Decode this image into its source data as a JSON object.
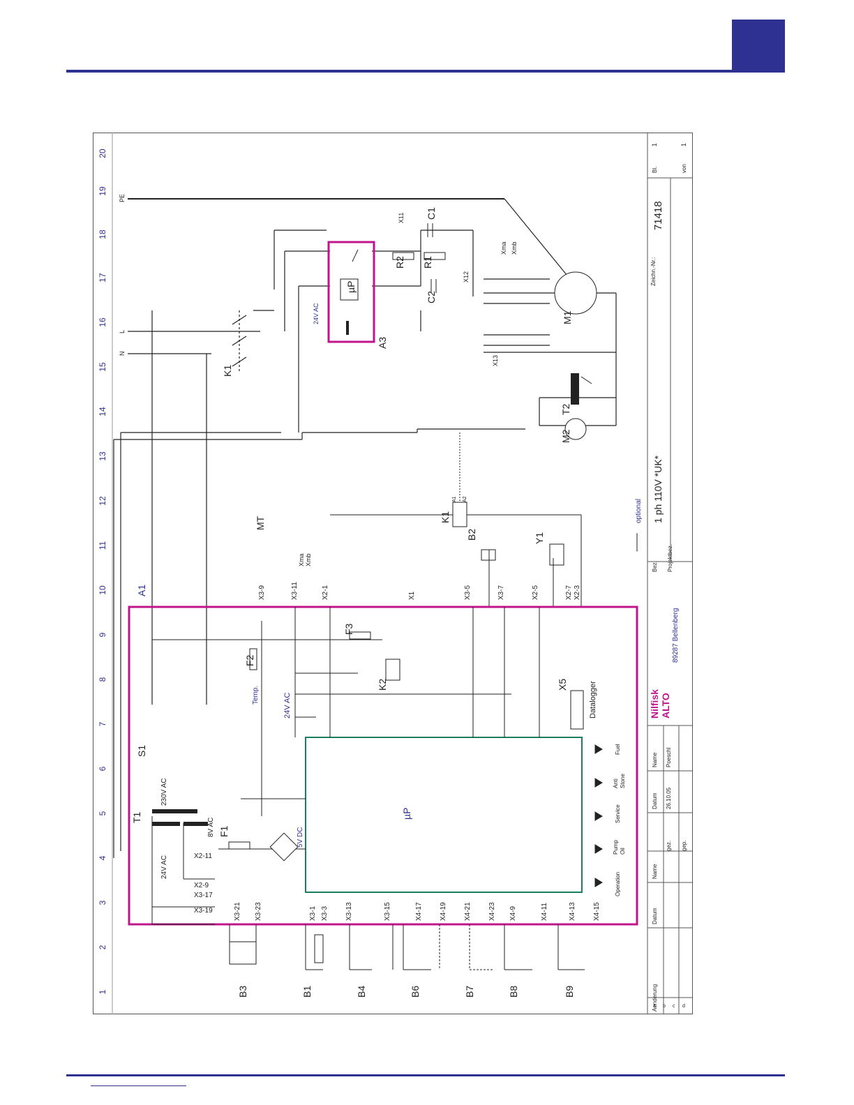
{
  "colors": {
    "accent": "#2e3192",
    "board": "#c0158b",
    "up": "#1a7f5a",
    "wire": "#222222"
  },
  "grid_numbers": [
    "1",
    "2",
    "3",
    "4",
    "5",
    "6",
    "7",
    "8",
    "9",
    "10",
    "11",
    "12",
    "13",
    "14",
    "15",
    "16",
    "17",
    "18",
    "19",
    "20"
  ],
  "title_block": {
    "drawing_number_label": "Zeichn.-Nr.:",
    "drawing_number": "71418",
    "sheet_label": "Bl.",
    "sheet": "1",
    "of_label": "von",
    "of": "1",
    "designation_label": "Bez.",
    "designation": "1 ph 110V *UK*",
    "project_label": "Projektbez.",
    "company_city": "89287 Bellenberg",
    "logo_top": "Nilfisk",
    "logo_bottom": "ALTO",
    "change_label": "Aenderung",
    "date_label": "Datum",
    "name_label": "Name",
    "drawn_label": "gez.",
    "drawn_date": "26.10.05",
    "drawn_name": "Poeschl",
    "checked_label": "gep.",
    "revisions": [
      "a",
      "b",
      "c",
      "d"
    ]
  },
  "legend": {
    "optional": "optional"
  },
  "labels": {
    "pe": "PE",
    "l": "L",
    "n": "N",
    "a1": "A1",
    "a3": "A3",
    "k1": "K1",
    "k1b": "K1",
    "k2": "K2",
    "t1": "T1",
    "t2": "T2",
    "m1": "M1",
    "m2": "M2",
    "s1": "S1",
    "f1": "F1",
    "f2": "F2",
    "f3": "F3",
    "mt": "MT",
    "b1": "B1",
    "b2": "B2",
    "b3": "B3",
    "b4": "B4",
    "b6": "B6",
    "b7": "B7",
    "b8": "B8",
    "b9": "B9",
    "y1": "Y1",
    "x5": "X5",
    "r1": "R1",
    "r2": "R2",
    "c1": "C1",
    "c2": "C2",
    "up_main": "µP",
    "up_a3": "µP",
    "v24ac_a3": "24V AC",
    "v24ac": "24V AC",
    "v230ac": "230V AC",
    "v24ac_t1": "24V AC",
    "v8ac": "8V AC",
    "v5dc": "5V DC",
    "temp": "Temp.",
    "datalogger": "Datalogger",
    "xma": "Xma",
    "xmb": "Xmb",
    "xma2": "Xma",
    "xmb2": "Xmb",
    "x11": "X11",
    "x12": "X12",
    "x13": "X13",
    "a1_pin": "A1",
    "a2_pin": "A2",
    "led_fuel": "Fuel",
    "led_anti": "Anti",
    "led_stone": "Stone",
    "led_service": "Service",
    "led_pump": "Pump",
    "led_oil": "Oil",
    "led_operation": "Operation"
  },
  "terminals_top": [
    "X3-9",
    "X3-11",
    "X2-1",
    "X1",
    "X3-5",
    "X3-7",
    "X2-5",
    "X2-7",
    "X2-3"
  ],
  "terminals_bottom": [
    "X3-21",
    "X3-23",
    "X3-1",
    "X3-3",
    "X3-13",
    "X3-15",
    "X4-17",
    "X4-19",
    "X4-21",
    "X4-23",
    "X4-9",
    "X4-11",
    "X4-13",
    "X4-15"
  ],
  "terminals_left": [
    "X2-11",
    "X2-9",
    "X3-17",
    "X3-19"
  ]
}
